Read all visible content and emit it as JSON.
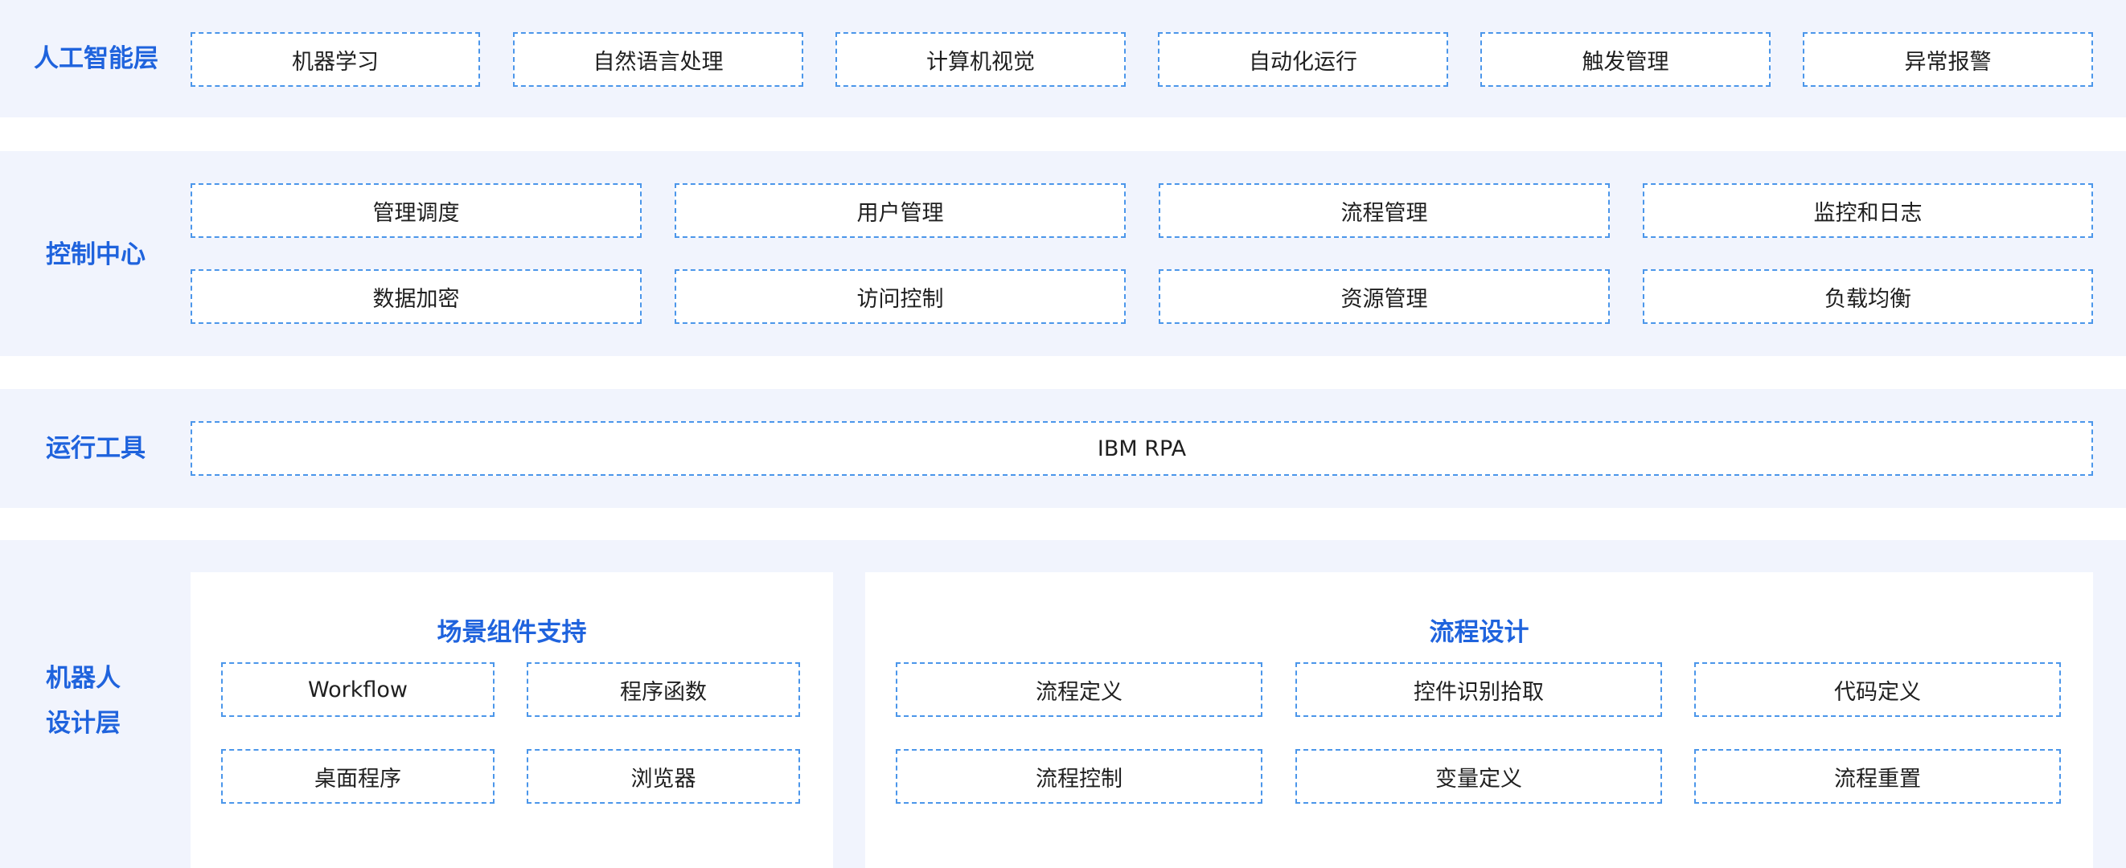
{
  "ai_layer": {
    "title": "人工智能层",
    "items": [
      "机器学习",
      "自然语言处理",
      "计算机视觉",
      "自动化运行",
      "触发管理",
      "异常报警"
    ]
  },
  "control_center": {
    "title": "控制中心",
    "items": [
      "管理调度",
      "用户管理",
      "流程管理",
      "监控和日志",
      "数据加密",
      "访问控制",
      "资源管理",
      "负载均衡"
    ]
  },
  "runtime_tools": {
    "title": "运行工具",
    "items": [
      "IBM RPA"
    ]
  },
  "robot_design_layer": {
    "title_line1": "机器人",
    "title_line2": "设计层",
    "scene_components": {
      "title": "场景组件支持",
      "items": [
        "Workflow",
        "程序函数",
        "桌面程序",
        "浏览器"
      ]
    },
    "process_design": {
      "title": "流程设计",
      "items": [
        "流程定义",
        "控件识别拾取",
        "代码定义",
        "流程控制",
        "变量定义",
        "流程重置"
      ]
    }
  }
}
